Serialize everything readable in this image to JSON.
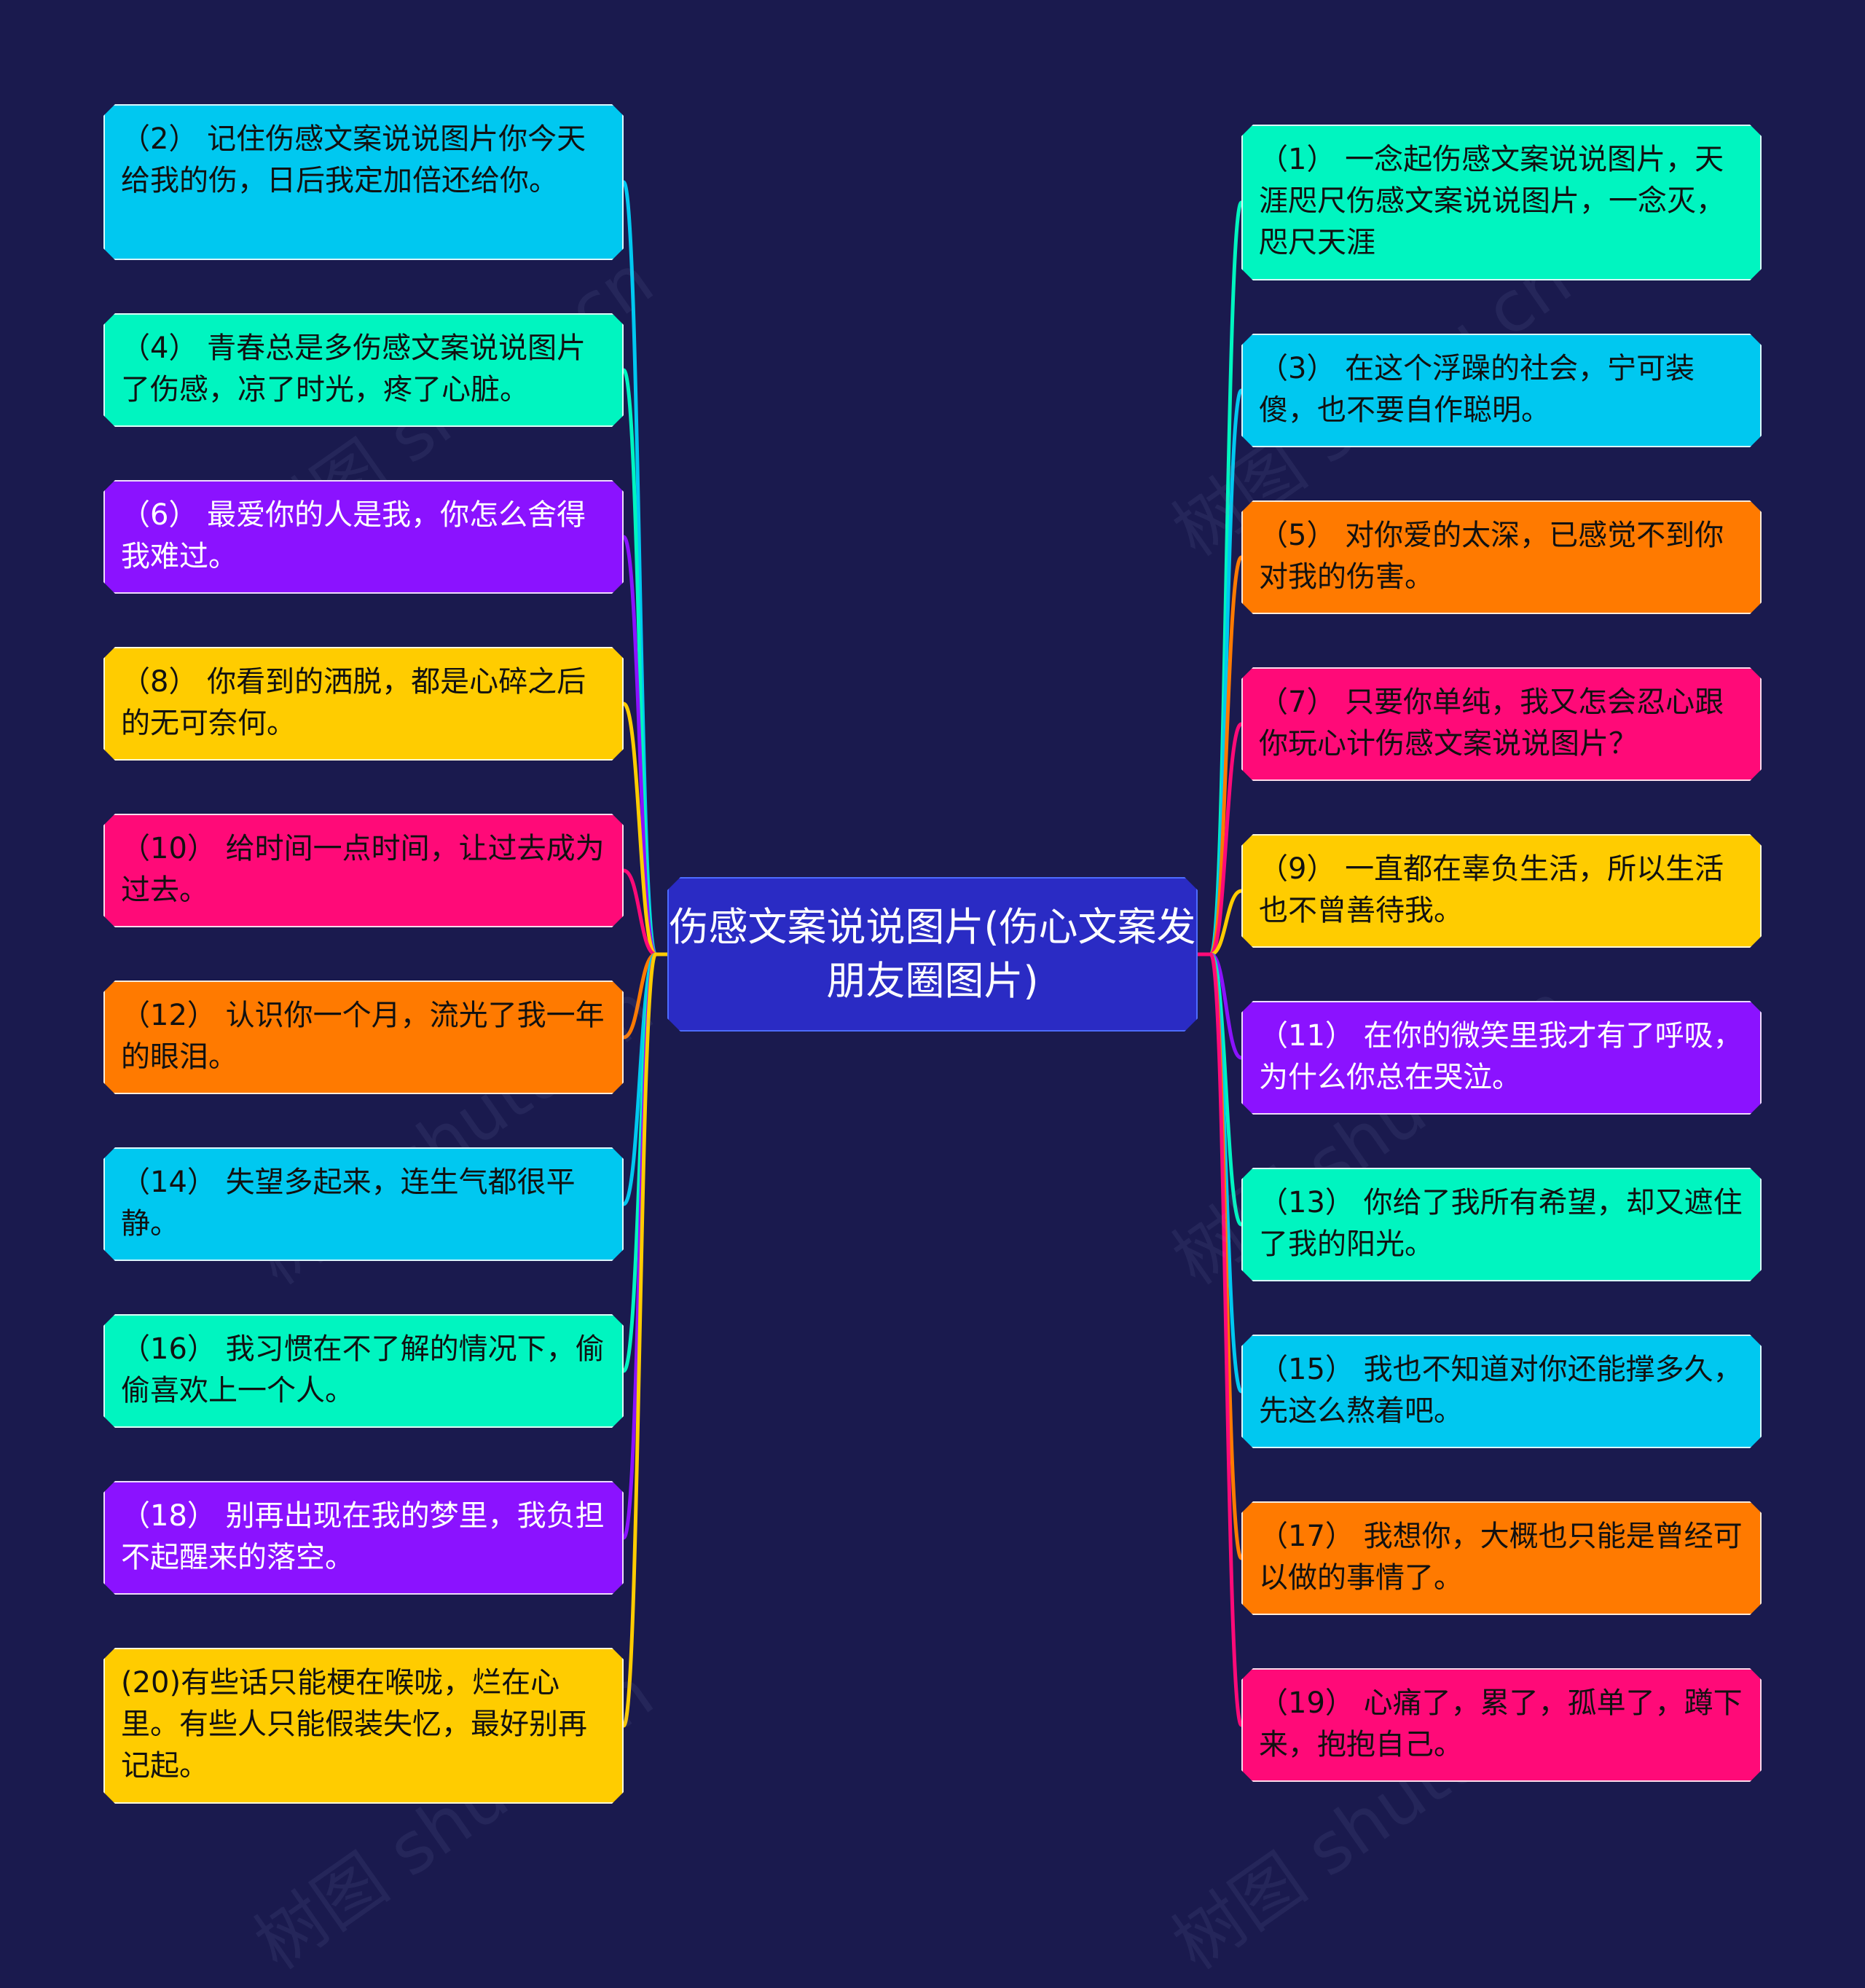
{
  "title": "伤感文案说说图片(伤心文案发朋友圈图片)",
  "colors": {
    "background": "#1a1a4e",
    "center": "#2a2bc4",
    "cyan": "#00c8f0",
    "teal": "#00f5c0",
    "purple": "#8b12ff",
    "yellow": "#ffcc00",
    "pink": "#ff0a78",
    "orange": "#ff7a00"
  },
  "left_nodes": [
    {
      "text": "（2） 记住伤感文案说说图片你今天给我的伤，日后我定加倍还给你。",
      "color": "#00c8f0"
    },
    {
      "text": "（4） 青春总是多伤感文案说说图片了伤感，凉了时光，疼了心脏。",
      "color": "#00f5c0"
    },
    {
      "text": "（6） 最爱你的人是我，你怎么舍得我难过。",
      "color": "#8b12ff"
    },
    {
      "text": "（8） 你看到的洒脱，都是心碎之后的无可奈何。",
      "color": "#ffcc00"
    },
    {
      "text": "（10） 给时间一点时间，让过去成为过去。",
      "color": "#ff0a78"
    },
    {
      "text": "（12） 认识你一个月，流光了我一年的眼泪。",
      "color": "#ff7a00"
    },
    {
      "text": "（14） 失望多起来，连生气都很平静。",
      "color": "#00c8f0"
    },
    {
      "text": "（16） 我习惯在不了解的情况下，偷偷喜欢上一个人。",
      "color": "#00f5c0"
    },
    {
      "text": "（18） 别再出现在我的梦里，我负担不起醒来的落空。",
      "color": "#8b12ff"
    },
    {
      "text": "(20)有些话只能梗在喉咙，烂在心里。有些人只能假装失忆，最好别再记起。",
      "color": "#ffcc00"
    }
  ],
  "right_nodes": [
    {
      "text": "（1） 一念起伤感文案说说图片，天涯咫尺伤感文案说说图片，一念灭，咫尺天涯",
      "color": "#00f5c0"
    },
    {
      "text": "（3） 在这个浮躁的社会，宁可装傻，也不要自作聪明。",
      "color": "#00c8f0"
    },
    {
      "text": "（5） 对你爱的太深，已感觉不到你对我的伤害。",
      "color": "#ff7a00"
    },
    {
      "text": "（7） 只要你单纯，我又怎会忍心跟你玩心计伤感文案说说图片？",
      "color": "#ff0a78"
    },
    {
      "text": "（9） 一直都在辜负生活，所以生活也不曾善待我。",
      "color": "#ffcc00"
    },
    {
      "text": "（11） 在你的微笑里我才有了呼吸，为什么你总在哭泣。",
      "color": "#8b12ff"
    },
    {
      "text": "（13） 你给了我所有希望，却又遮住了我的阳光。",
      "color": "#00f5c0"
    },
    {
      "text": "（15） 我也不知道对你还能撑多久，先这么熬着吧。",
      "color": "#00c8f0"
    },
    {
      "text": "（17） 我想你，大概也只能是曾经可以做的事情了。",
      "color": "#ff7a00"
    },
    {
      "text": "（19） 心痛了，累了，孤单了，蹲下来，抱抱自己。",
      "color": "#ff0a78"
    }
  ],
  "watermark": "树图 shutu.cn"
}
